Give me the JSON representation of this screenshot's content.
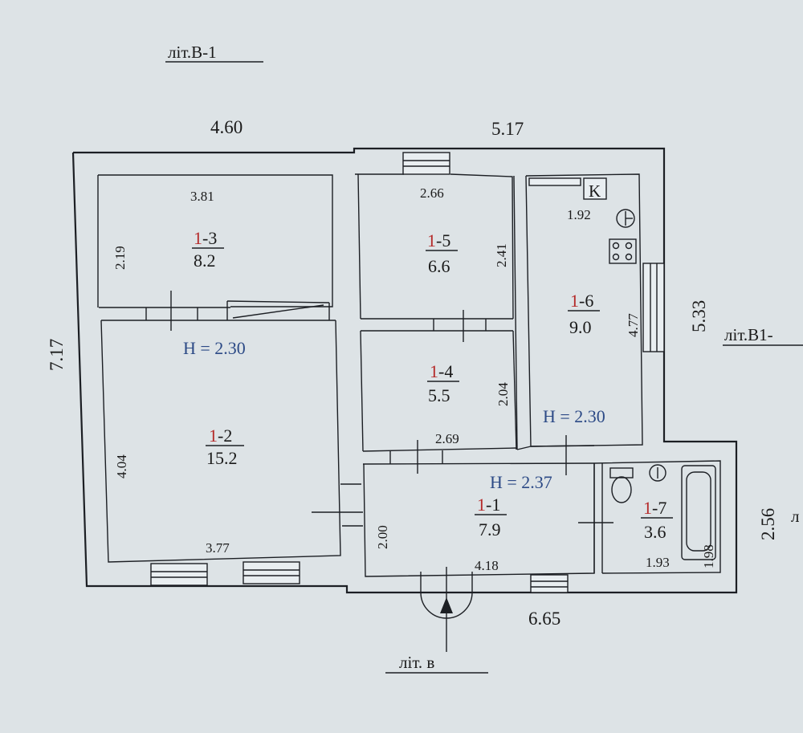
{
  "titles": {
    "main": "літ.В-1",
    "right": "літ.В1-",
    "bottom": "літ. в",
    "right_edge": "л"
  },
  "outer_dims": {
    "top_left": "4.60",
    "top_right": "5.17",
    "left": "7.17",
    "right": "5.33",
    "bottom": "6.65",
    "annex_right": "2.56"
  },
  "rooms": [
    {
      "prefix": "1",
      "suffix": "-3",
      "area": "8.2",
      "w": "3.81",
      "h": "2.19"
    },
    {
      "prefix": "1",
      "suffix": "-2",
      "area": "15.2",
      "w": "3.77",
      "h": "4.04"
    },
    {
      "prefix": "1",
      "suffix": "-5",
      "area": "6.6",
      "w": "2.66",
      "h": "2.41"
    },
    {
      "prefix": "1",
      "suffix": "-4",
      "area": "5.5",
      "w": "2.69",
      "h": "2.04"
    },
    {
      "prefix": "1",
      "suffix": "-6",
      "area": "9.0",
      "w": "1.92",
      "h": "4.77"
    },
    {
      "prefix": "1",
      "suffix": "-1",
      "area": "7.9",
      "w": "4.18",
      "h": "2.00"
    },
    {
      "prefix": "1",
      "suffix": "-7",
      "area": "3.6",
      "w": "1.93",
      "h": "1.98"
    }
  ],
  "heights": {
    "left": "H = 2.30",
    "kitchen": "H = 2.30",
    "hall": "H = 2.37"
  },
  "symbols": {
    "kitchen_mark": "K"
  },
  "colors": {
    "paper": "#dde3e6",
    "line": "#1c1f24",
    "room_number": "#b52a2a",
    "height_text": "#2c4a86"
  }
}
